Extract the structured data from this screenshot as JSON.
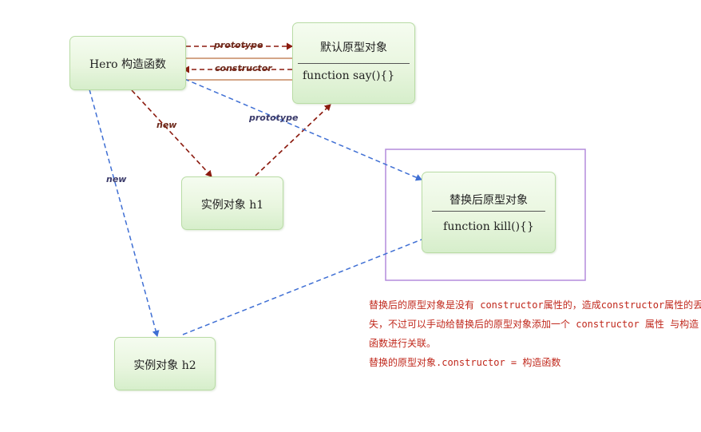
{
  "nodes": {
    "hero": "Hero 构造函数",
    "default_proto": {
      "title": "默认原型对象",
      "body": "function say(){}"
    },
    "h1": "实例对象  h1",
    "replaced_proto": {
      "title": "替换后原型对象",
      "body": "function kill(){}"
    },
    "h2": "实例对象  h2"
  },
  "edges": {
    "prototype_top": "prototype",
    "constructor": "constructor",
    "new_h1": "new",
    "prototype_replaced": "prototype",
    "new_h2": "new"
  },
  "note": {
    "line1": "替换后的原型对象是没有 constructor属性的，造成constructor属性的丢",
    "line2": "失，不过可以手动给替换后的原型对象添加一个 constructor 属性 与构造",
    "line3": "函数进行关联。",
    "line4": "替换的原型对象.constructor = 构造函数"
  },
  "colors": {
    "dark_arrow": "#8b1a0e",
    "blue_arrow": "#3f6fd4",
    "highlight_box": "#b86a3a",
    "purple_frame": "#b48cdc",
    "note_text": "#c0281c"
  }
}
